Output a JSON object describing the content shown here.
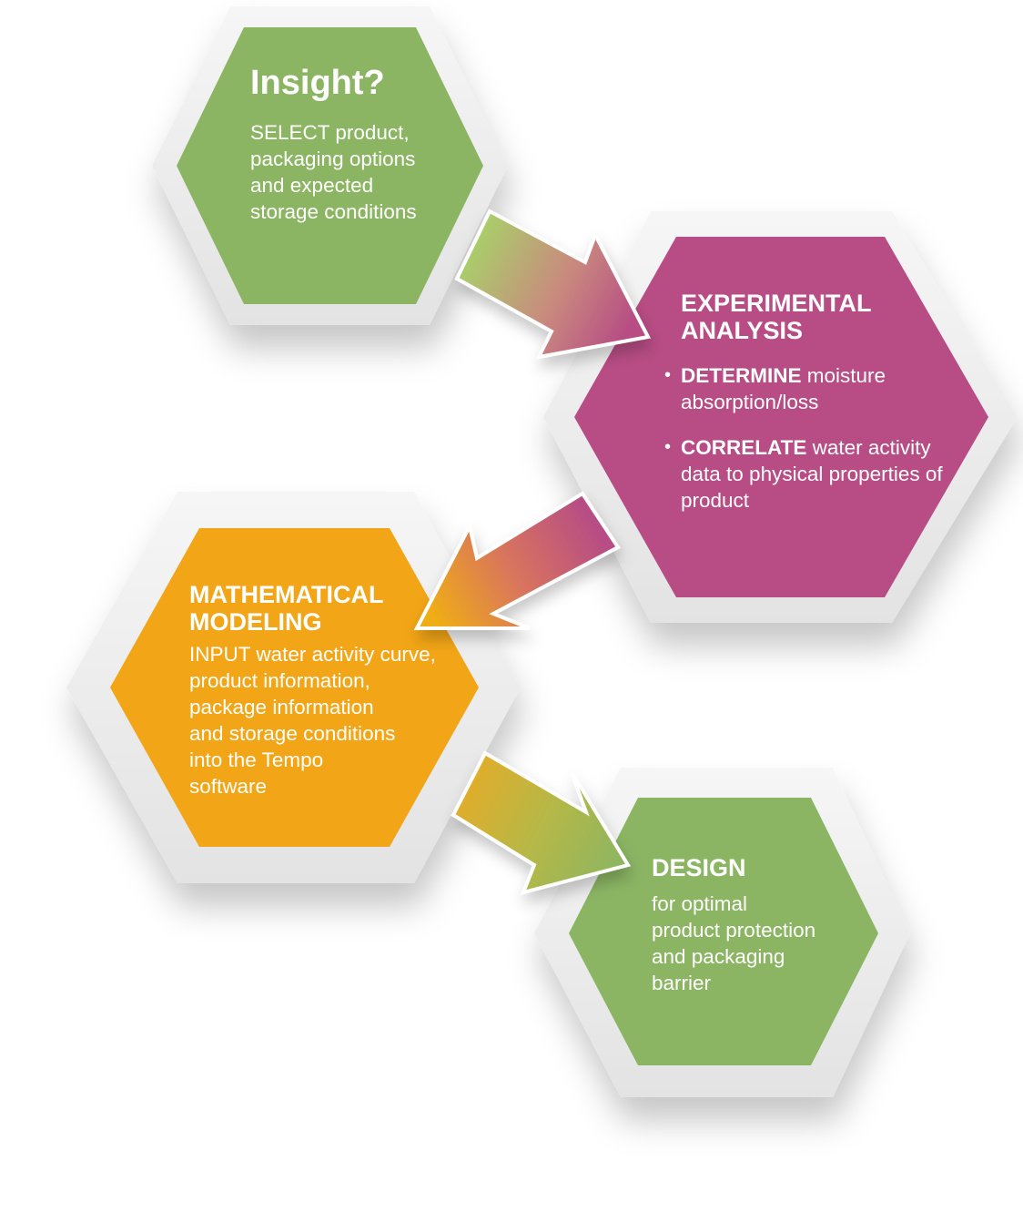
{
  "colors": {
    "green": "#8bb563",
    "magenta": "#b74d84",
    "orange": "#f2a514",
    "frame": "#ececec"
  },
  "steps": [
    {
      "title": "Insight?",
      "body": "SELECT product,\npackaging options\nand expected\nstorage conditions"
    },
    {
      "title_line1": "EXPERIMENTAL",
      "title_line2": "ANALYSIS",
      "bullets": [
        {
          "bold": "DETERMINE",
          "text": " moisture absorption/loss"
        },
        {
          "bold": "CORRELATE",
          "text": " water activity data to physical properties of product"
        }
      ]
    },
    {
      "title_line1": "MATHEMATICAL",
      "title_line2": "MODELING",
      "body": "INPUT water activity curve,\nproduct information,\npackage information\nand storage conditions\ninto the Tempo\nsoftware"
    },
    {
      "title": "DESIGN",
      "body": "for optimal\nproduct protection\nand packaging\nbarrier"
    }
  ]
}
